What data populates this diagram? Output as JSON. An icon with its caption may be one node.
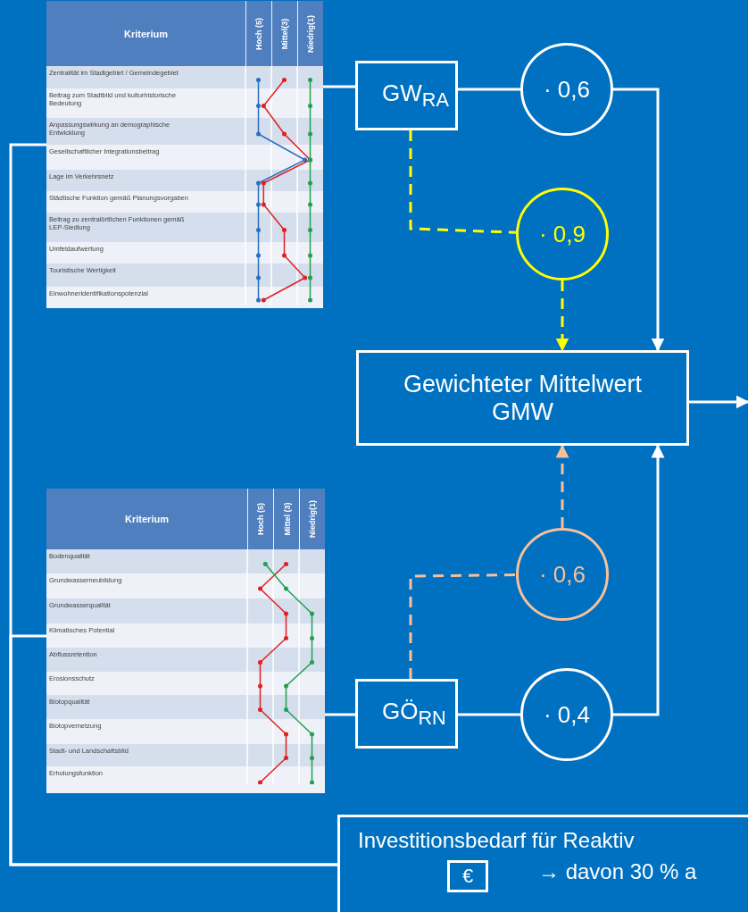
{
  "diagram": {
    "nodes": [
      {
        "text": [
          "Kriterium",
          "Hoch (5)",
          "Mittel(3)",
          "Niedrig(1)",
          "Zentralität im Stadtgebiet / Gemeindegebiet",
          "Beitrag zum Stadtbild und kulturhistorische Bedeutung",
          "Anpassungswirkung an demographische Entwicklung",
          "Gesellschaftlicher Integrationsbeitrag",
          "Lage im Verkehrsnetz",
          "Städtische Funktion gemäß Planungsvorgaben",
          "Beitrag zu zentralörtlichen Funktionen gemäß LEP-Siedlung",
          "Umfeldaufwertung",
          "Touristische Wertigkeit",
          "Einwohneridentifikationspotenzial"
        ]
      },
      {
        "text": [
          "GW$_{RA}$"
        ]
      },
      {
        "text": [
          "· 0,6"
        ]
      },
      {
        "text": [
          "· 0,9"
        ]
      },
      {
        "text": [
          "Gewichteter Mittelwert GMW"
        ]
      },
      {
        "text": [
          "Kriterium",
          "Hoch (5)",
          "Mittel (3)",
          "Niedrig(1)",
          "Bodenqualität",
          "Grundwasserneubildung",
          "Grundwasserqualität",
          "Klimatisches Potential",
          "Abflussretention",
          "Erosionsschutz",
          "Biotopqualität",
          "Biotopvernetzung",
          "Stadt- und Landschaftsbild",
          "Erholungsfunktion"
        ]
      },
      {
        "text": [
          "· 0,6"
        ]
      },
      {
        "text": [
          "GÖ$_{RN}$"
        ]
      },
      {
        "text": [
          "· 0,4"
        ]
      },
      {
        "text": [
          "Investitionsbedarf für Reaktiv",
          "→ davon 30 % a"
        ]
      },
      {
        "text": [
          "€"
        ],
        "in": 9
      }
    ],
    "edges": [
      {
        "from": 0,
        "to": 1,
        "arrow": "none"
      },
      {
        "from": 1,
        "to": 2,
        "arrow": "none"
      },
      {
        "from": 2,
        "to": 4,
        "arrow": "to"
      },
      {
        "from": 1,
        "to": 3,
        "arrow": "none",
        "style": "dashed",
        "color": "#ffff00"
      },
      {
        "from": 3,
        "to": 4,
        "arrow": "to",
        "style": "dashed",
        "color": "#ffff00"
      },
      {
        "from": 5,
        "to": 7,
        "arrow": "none"
      },
      {
        "from": 7,
        "to": 8,
        "arrow": "none"
      },
      {
        "from": 8,
        "to": 4,
        "arrow": "to"
      },
      {
        "from": 7,
        "to": 6,
        "arrow": "none",
        "style": "dashed",
        "color": "#f8c09a"
      },
      {
        "from": 6,
        "to": 4,
        "arrow": "to",
        "style": "dashed",
        "color": "#f8c09a"
      },
      {
        "from": 4,
        "to": null,
        "arrow": "to"
      },
      {
        "from": 9,
        "to": 0,
        "arrow": "none"
      },
      {
        "from": 9,
        "to": 5,
        "arrow": "none"
      }
    ]
  }
}
